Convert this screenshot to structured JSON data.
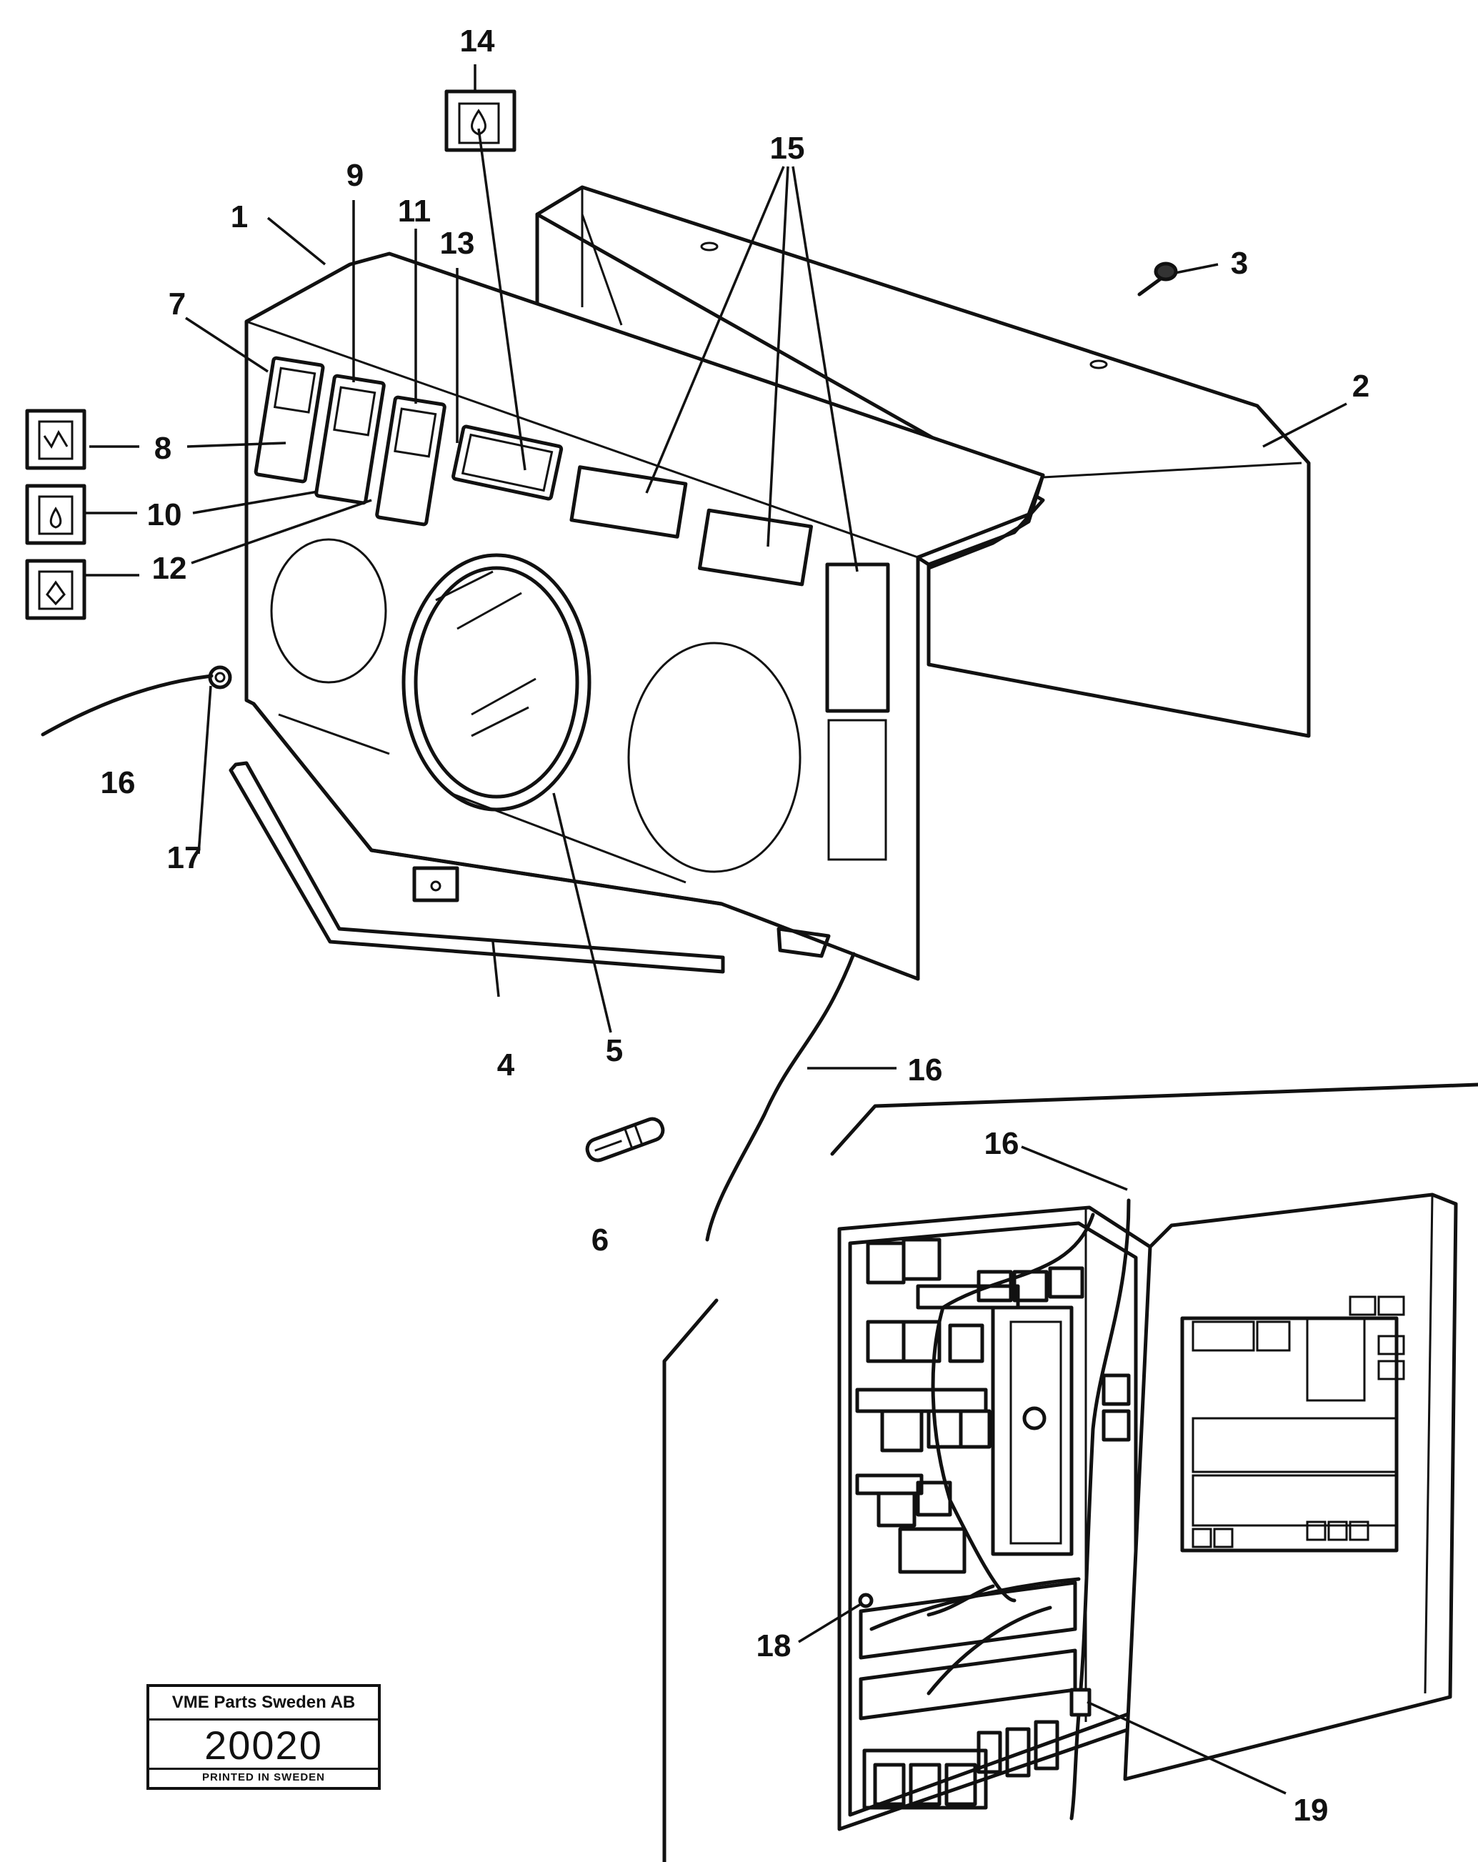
{
  "callouts": {
    "c1": "1",
    "c2": "2",
    "c3": "3",
    "c4": "4",
    "c5": "5",
    "c6": "6",
    "c7": "7",
    "c8": "8",
    "c9": "9",
    "c10": "10",
    "c11": "11",
    "c12": "12",
    "c13": "13",
    "c14": "14",
    "c15": "15",
    "c16a": "16",
    "c16b": "16",
    "c16c": "16",
    "c17": "17",
    "c18": "18",
    "c19": "19"
  },
  "stamp": {
    "company": "VME Parts Sweden AB",
    "number": "20020",
    "footer": "PRINTED IN SWEDEN"
  },
  "icons": [
    "battery-charge-symbol-icon",
    "oil-pressure-symbol-icon",
    "coolant-symbol-icon",
    "fuel-symbol-icon"
  ]
}
